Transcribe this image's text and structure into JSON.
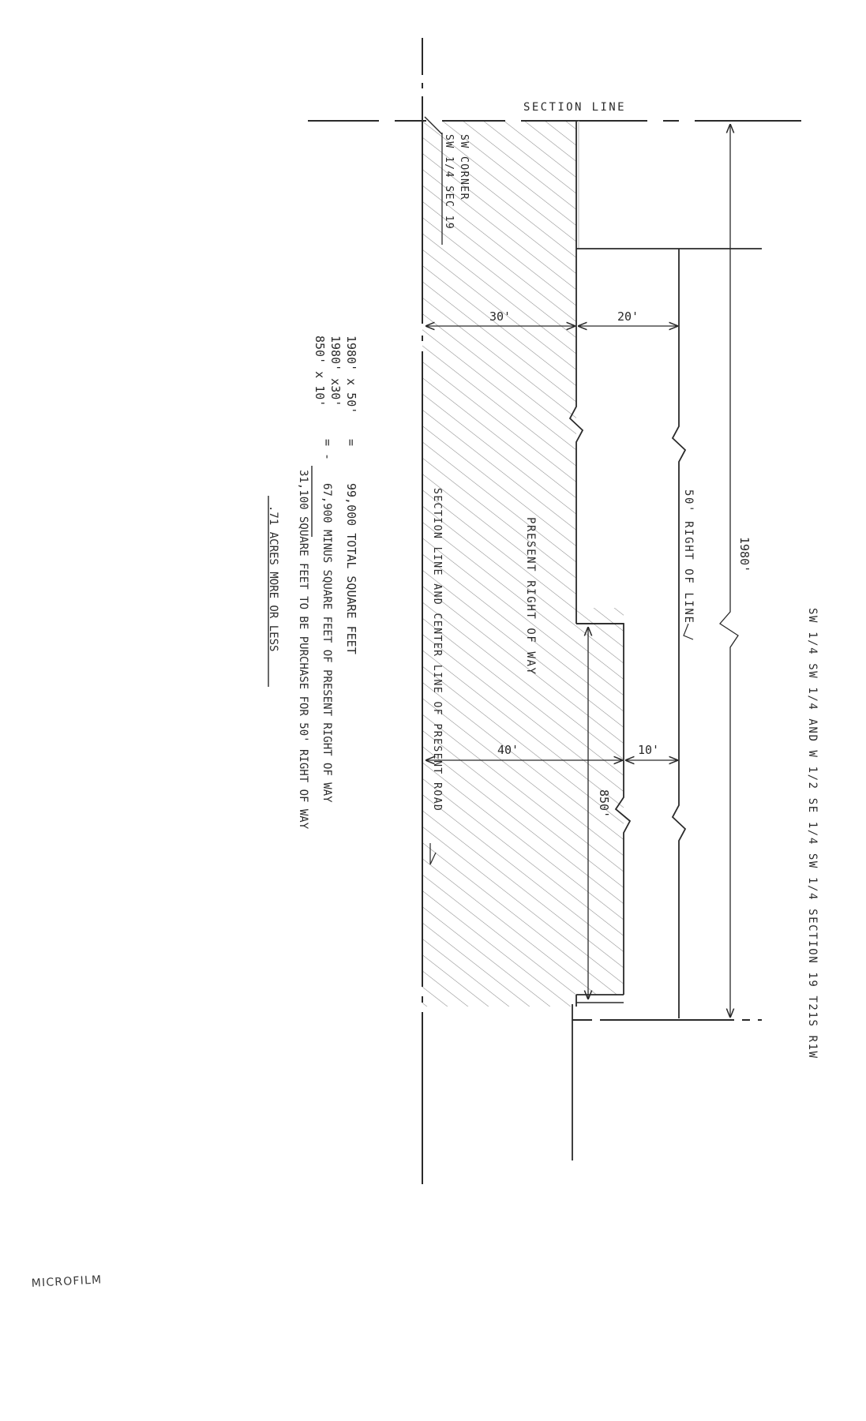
{
  "title": "SW 1/4 SW 1/4 AND W 1/2 SE 1/4 SW 1/4 SECTION 19 T21S R1W",
  "labels": {
    "section_line_top": "SECTION LINE",
    "corner_line1": "SW CORNER",
    "corner_line2": "SW 1/4 SEC 19",
    "present_row": "PRESENT RIGHT OF WAY",
    "row_50": "50' RIGHT OF LINE",
    "section_center_line": "SECTION LINE AND CENTER LINE OF PRESENT ROAD",
    "microfilm": "MICROFILM"
  },
  "dimensions": {
    "d30": "30'",
    "d20": "20'",
    "d40": "40'",
    "d10": "10'",
    "d850": "850'",
    "d1980": "1980'"
  },
  "calculations": {
    "line1_left": "1980' x 50'",
    "line1_eq": "=",
    "line1_result": "99,000 TOTAL SQUARE FEET",
    "line2_left": "1980' x30'",
    "line3_left": "850' x 10'",
    "line2_eq": "= -",
    "line2_result": "67,900 MINUS SQUARE FEET OF PRESENT RIGHT OF WAY",
    "line3_result": "31,100 SQUARE FEET TO BE PURCHASE FOR 50' RIGHT OF WAY",
    "line4_result": ".71 ACRES MORE OR LESS"
  },
  "colors": {
    "ink": "#2a2a2a",
    "hatch": "#8a8a8a",
    "pencil": "#9a9a9a"
  }
}
